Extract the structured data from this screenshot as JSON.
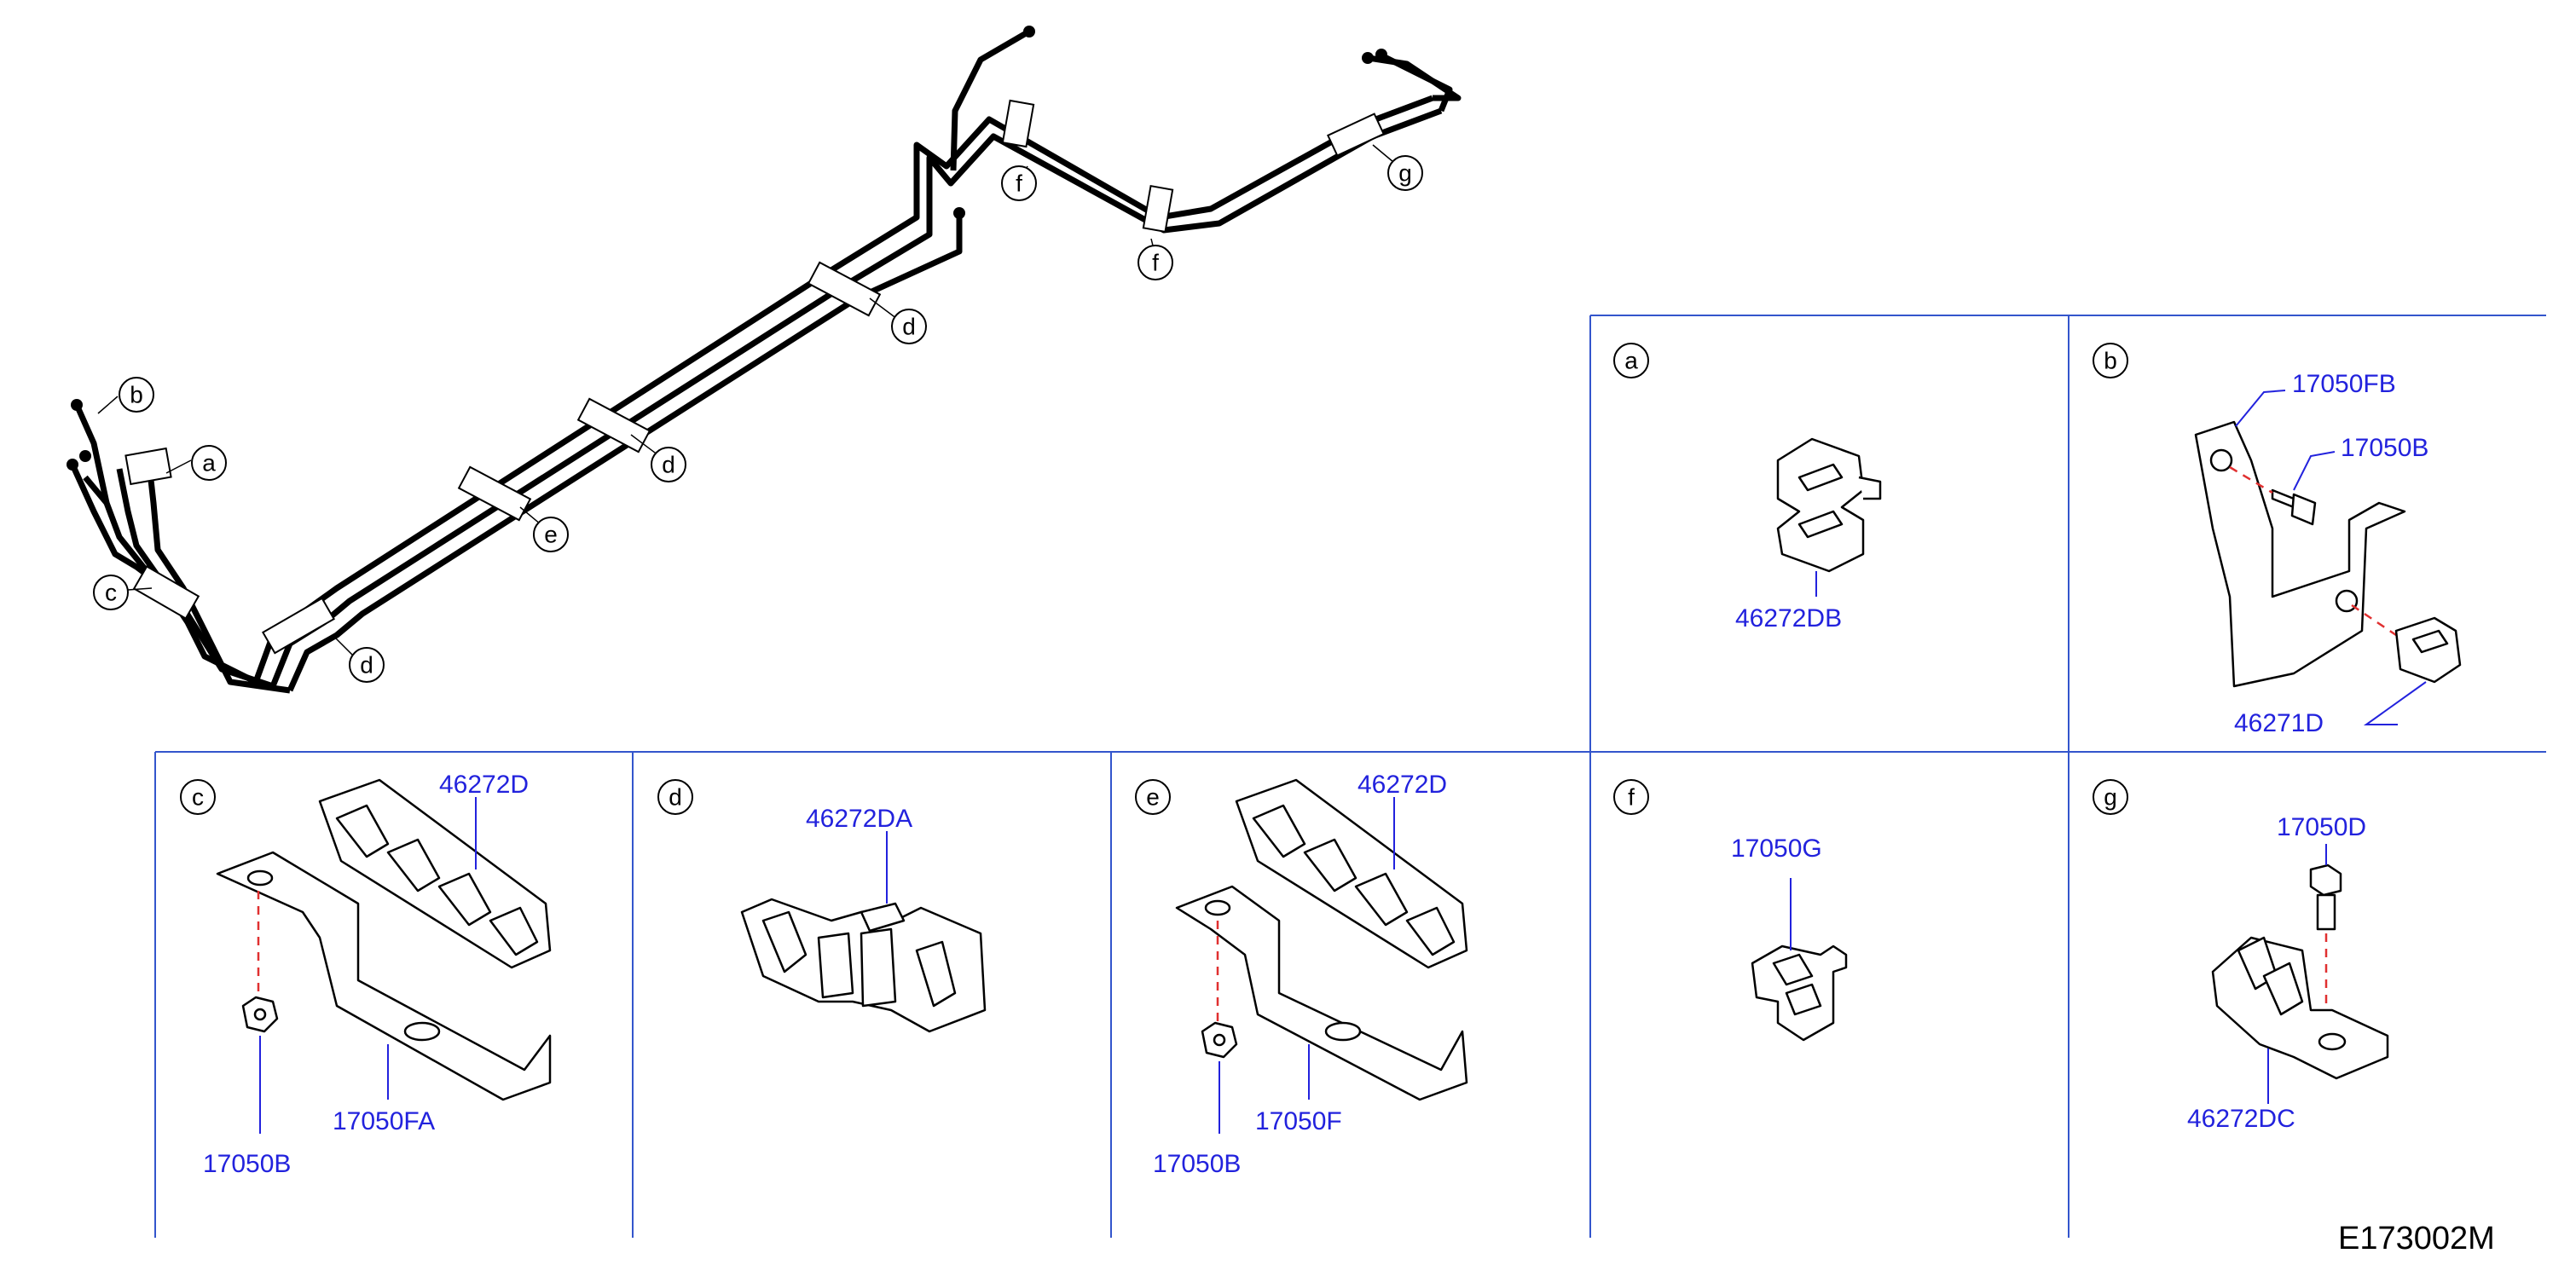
{
  "callouts": {
    "a": "a",
    "b": "b",
    "c": "c",
    "d": "d",
    "e": "e",
    "f": "f",
    "g": "g"
  },
  "panels": {
    "a": {
      "label": "a",
      "parts": [
        "46272DB"
      ]
    },
    "b": {
      "label": "b",
      "parts": [
        "17050FB",
        "17050B",
        "46271D"
      ]
    },
    "c": {
      "label": "c",
      "parts": [
        "46272D",
        "17050FA",
        "17050B"
      ]
    },
    "d": {
      "label": "d",
      "parts": [
        "46272DA"
      ]
    },
    "e": {
      "label": "e",
      "parts": [
        "46272D",
        "17050F",
        "17050B"
      ]
    },
    "f": {
      "label": "f",
      "parts": [
        "17050G"
      ]
    },
    "g": {
      "label": "g",
      "parts": [
        "17050D",
        "46272DC"
      ]
    }
  },
  "diagram_code": "E173002M",
  "colors": {
    "part_number": "#2222dd",
    "frame": "#3355cc",
    "install_line": "#e03030"
  }
}
